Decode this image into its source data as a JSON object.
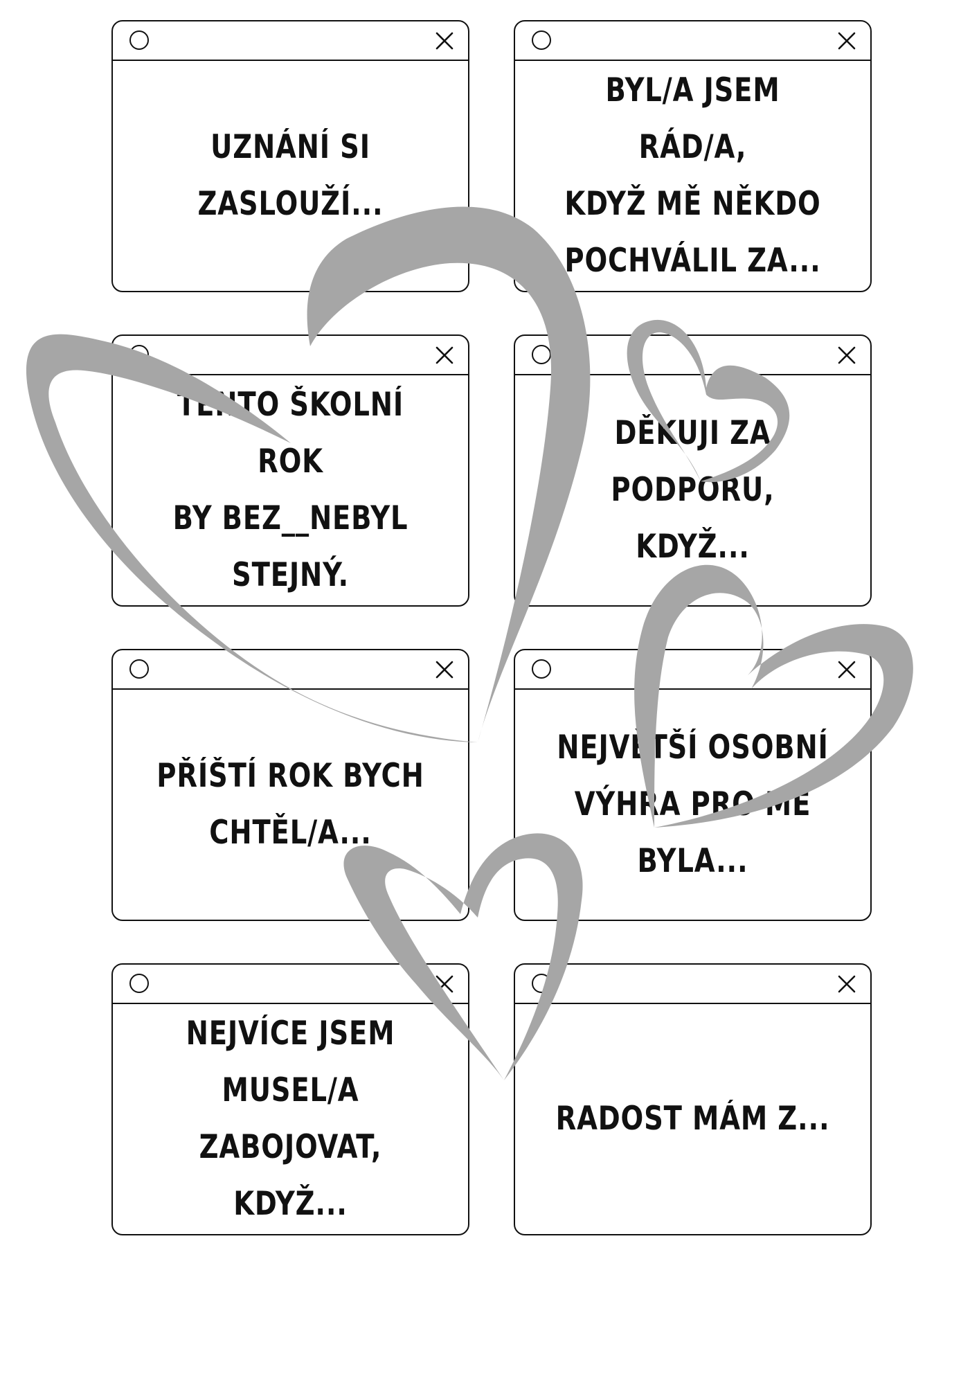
{
  "cards": [
    {
      "id": "card-1",
      "prompt": "UZNÁNÍ SI\nZASLOUŽÍ..."
    },
    {
      "id": "card-2",
      "prompt": "BYL/A JSEM RÁD/A,\nKDYŽ MĚ NĚKDO\nPOCHVÁLIL ZA..."
    },
    {
      "id": "card-3",
      "prompt": "TENTO ŠKOLNÍ ROK\nBY BEZ__NEBYL\nSTEJNÝ."
    },
    {
      "id": "card-4",
      "prompt": "DĚKUJI ZA\nPODPORU, KDYŽ..."
    },
    {
      "id": "card-5",
      "prompt": "PŘÍŠTÍ ROK BYCH\nCHTĚL/A..."
    },
    {
      "id": "card-6",
      "prompt": "NEJVĚTŠÍ OSOBNÍ\nVÝHRA PRO MĚ\nBYLA..."
    },
    {
      "id": "card-7",
      "prompt": "NEJVÍCE JSEM\nMUSEL/A\nZABOJOVAT, KDYŽ..."
    },
    {
      "id": "card-8",
      "prompt": "RADOST MÁM Z..."
    }
  ],
  "icons": {
    "window_left": "circle-icon",
    "window_right": "close-icon"
  },
  "colors": {
    "border": "#111111",
    "text": "#111111",
    "hearts": "#a6a6a6",
    "background": "#ffffff"
  }
}
